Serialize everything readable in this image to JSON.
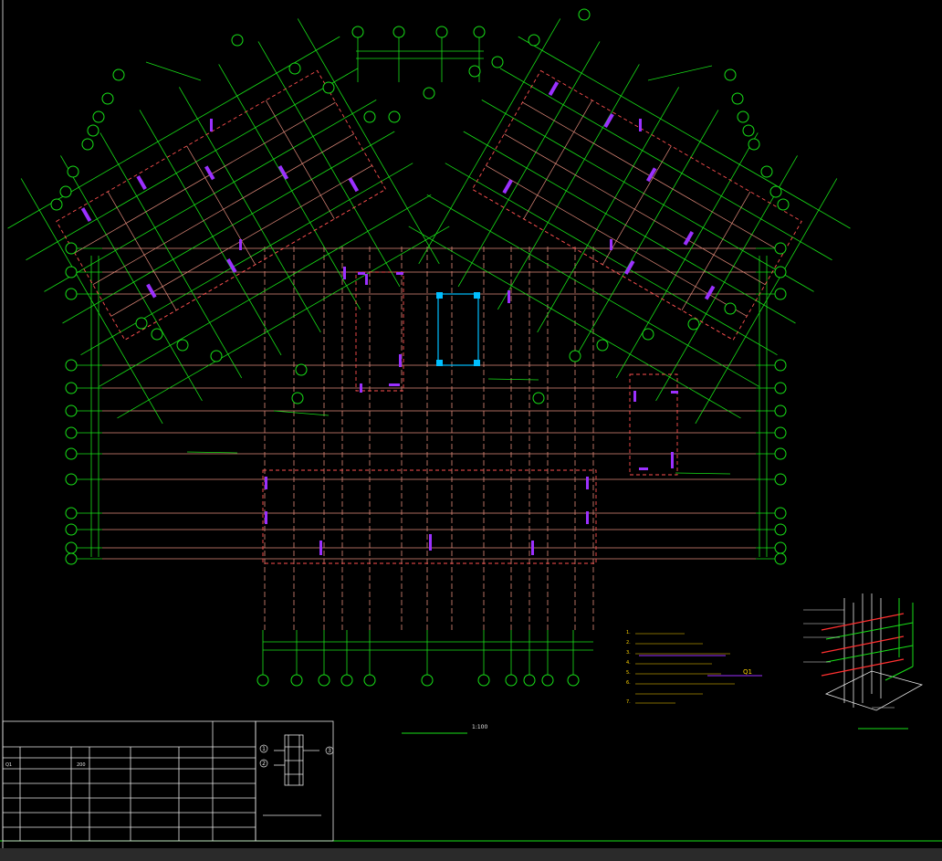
{
  "drawing": {
    "plan_title": "",
    "plan_scale": "1:100",
    "detail_caption": "",
    "notes_header": "",
    "notes": [
      "1.",
      "2.",
      "3.",
      "4.",
      "5.",
      "6.",
      "7."
    ],
    "note_ref": "Q1"
  },
  "schedule": {
    "title": "",
    "headers": [
      "",
      "",
      "",
      "",
      "",
      ""
    ],
    "row": [
      "Q1",
      "",
      "200",
      "",
      "",
      ""
    ],
    "diagram_title": "",
    "diagram_markers": [
      "1",
      "2",
      "3"
    ]
  },
  "colors": {
    "background": "#000000",
    "axis": "#18e018",
    "beam": "#e08a7a",
    "dashed": "#ff5050",
    "wall": "#9b30ff",
    "column": "#00bfff",
    "text": "#e6e6e6",
    "note": "#ffd400"
  }
}
